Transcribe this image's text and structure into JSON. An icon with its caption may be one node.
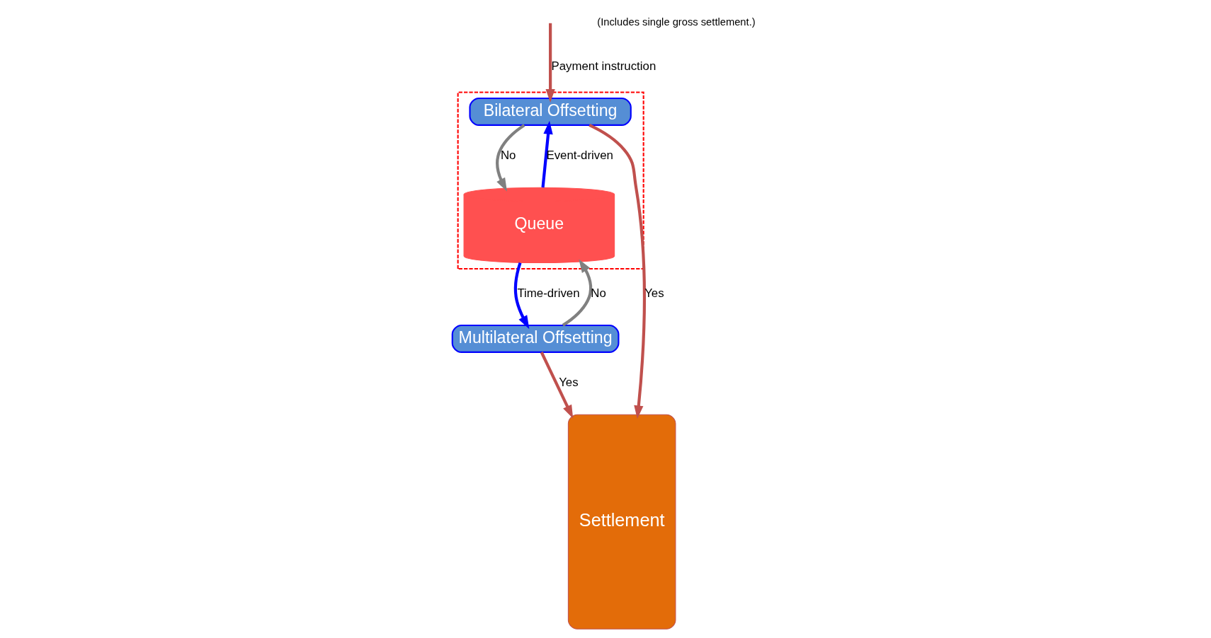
{
  "diagram": {
    "nodes": [
      {
        "text": [],
        "shape": "box"
      },
      {
        "text": [
          "Bilateral Offsetting"
        ],
        "in": 0
      },
      {
        "text": [
          "Queue"
        ],
        "in": 0
      },
      {
        "text": [
          "Multilateral Offsetting"
        ]
      },
      {
        "text": [
          "Settlement"
        ]
      }
    ],
    "edges": [
      {
        "from": null,
        "to": 1,
        "arrow": "to",
        "label": "Payment instruction",
        "color": "#c0504d"
      },
      {
        "from": 1,
        "to": 4,
        "arrow": "to",
        "label": "Yes",
        "color": "#c0504d"
      },
      {
        "from": 1,
        "to": 2,
        "arrow": "to",
        "label": "No",
        "color": "#808080"
      },
      {
        "from": 2,
        "to": 1,
        "arrow": "to",
        "label": "Event-driven",
        "color": "#0000ff"
      },
      {
        "from": 2,
        "to": 3,
        "arrow": "to",
        "label": "Time-driven",
        "color": "#0000ff"
      },
      {
        "from": 3,
        "to": 2,
        "arrow": "to",
        "label": "No",
        "color": "#808080"
      },
      {
        "from": 3,
        "to": 4,
        "arrow": "to",
        "label": "Yes",
        "color": "#c0504d"
      }
    ],
    "labels": [
      "(Includes single gross settlement.)"
    ]
  }
}
